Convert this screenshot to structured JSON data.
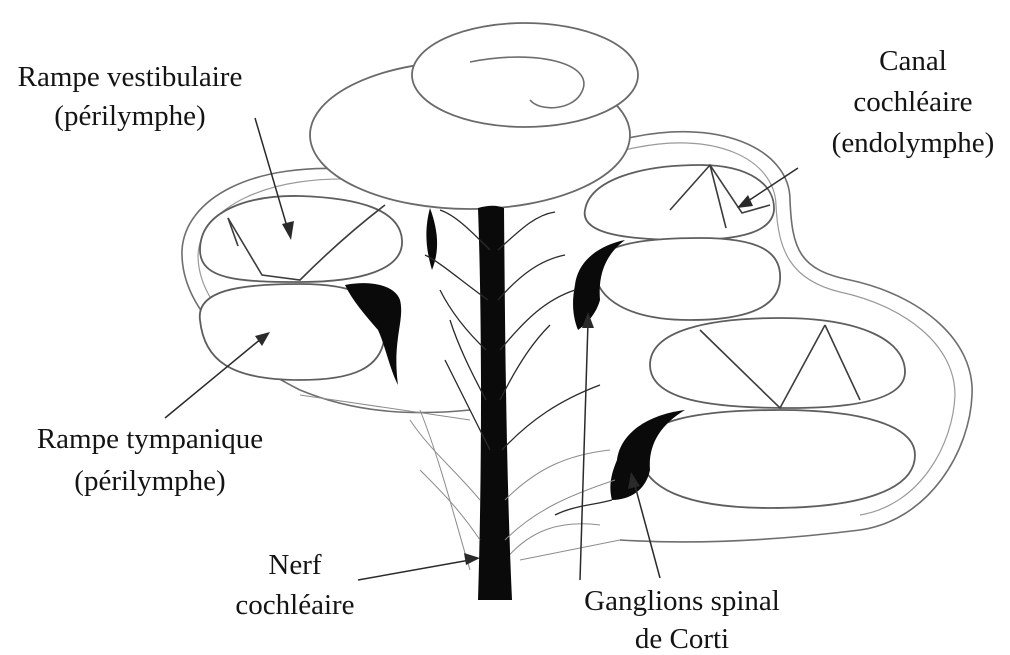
{
  "labels": {
    "scala_vestibuli_line1": "Rampe vestibulaire",
    "scala_vestibuli_line2": "(périlymphe)",
    "cochlear_duct_line1": "Canal",
    "cochlear_duct_line2": "cochléaire",
    "cochlear_duct_line3": "(endolymphe)",
    "scala_tympani_line1": "Rampe tympanique",
    "scala_tympani_line2": "(périlymphe)",
    "nerve_line1": "Nerf",
    "nerve_line2": "cochléaire",
    "ganglion_line1": "Ganglions spinal",
    "ganglion_line2": "de Corti"
  }
}
